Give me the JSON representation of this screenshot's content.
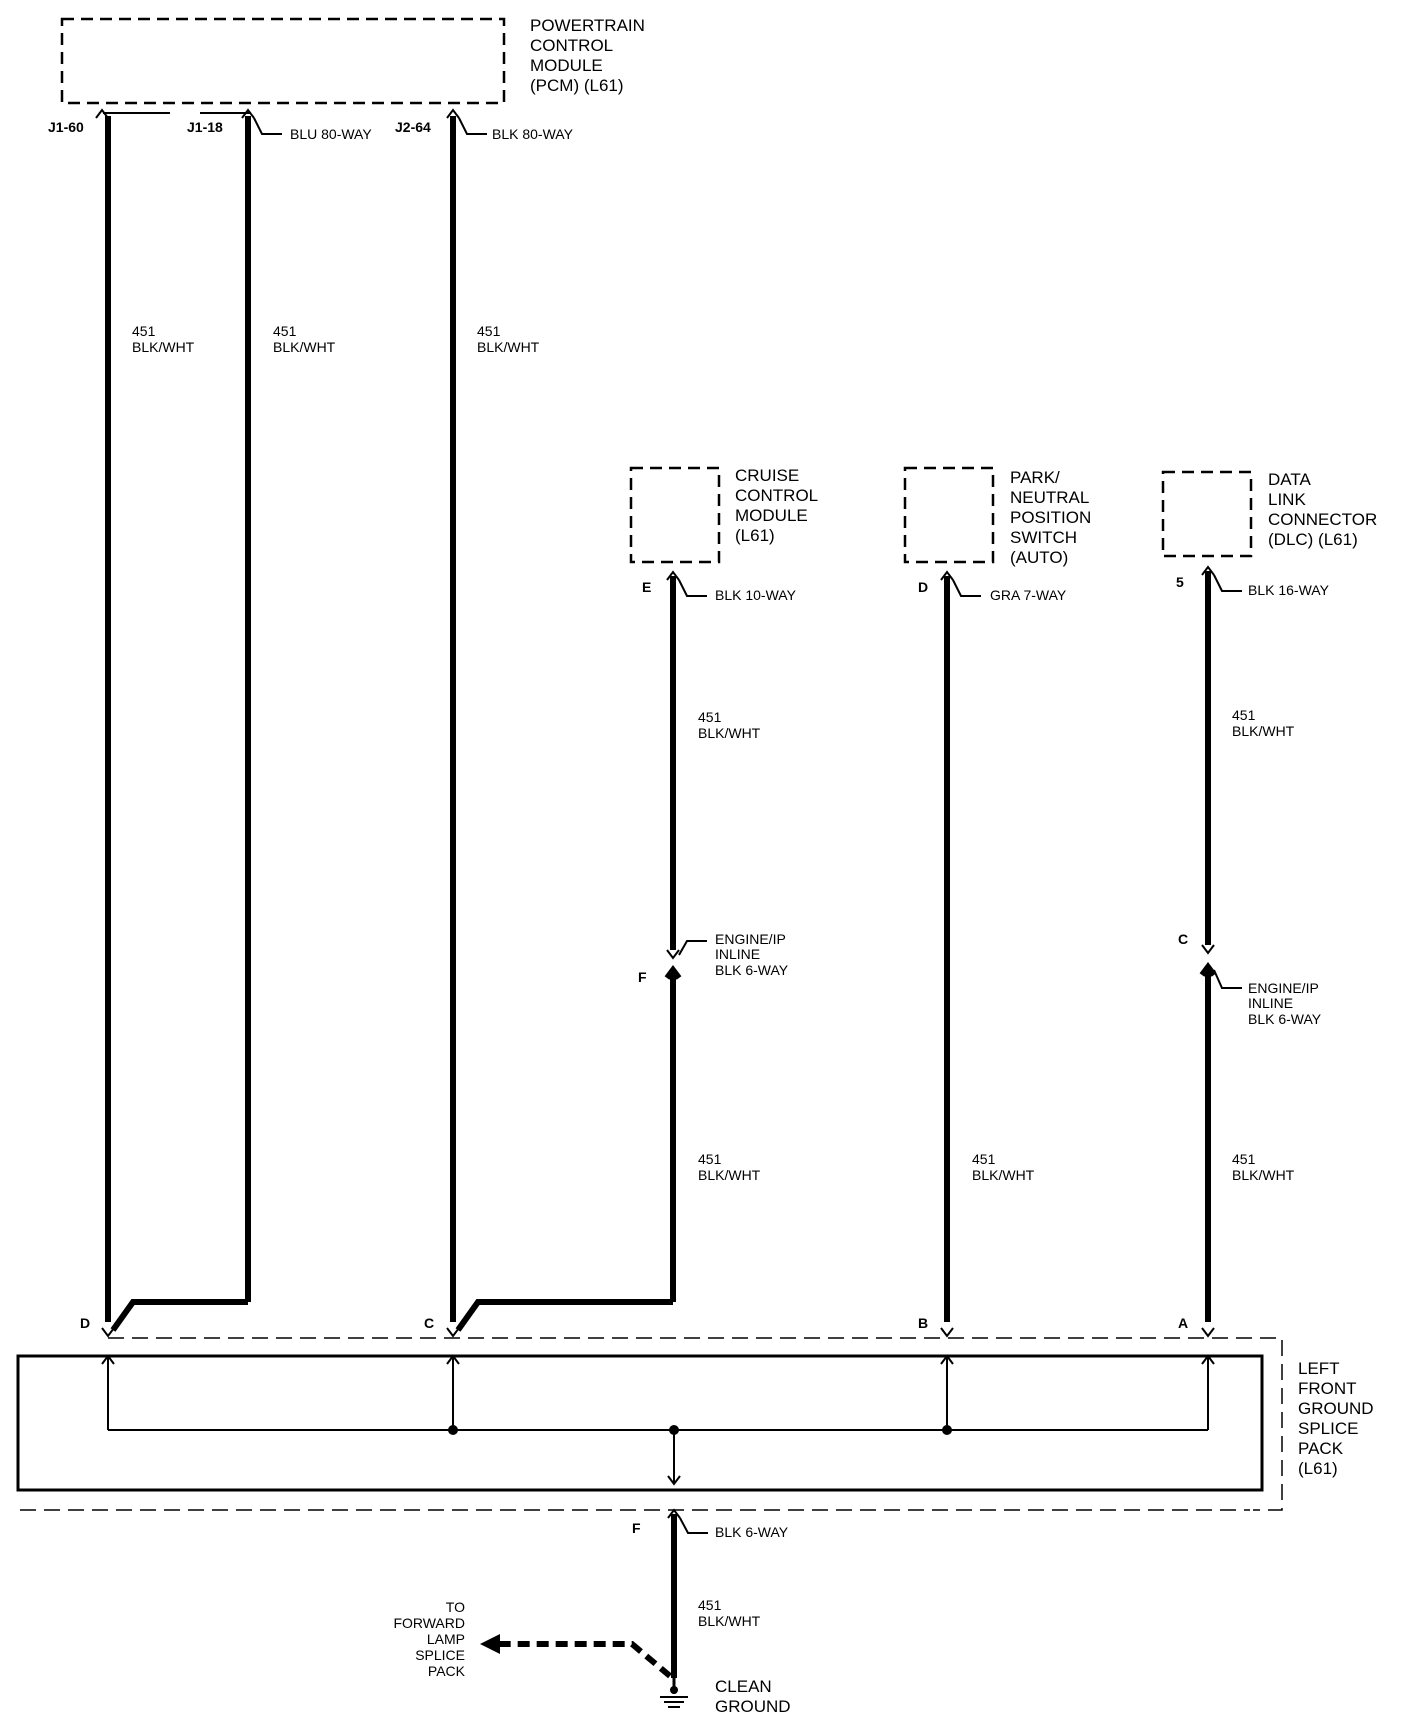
{
  "pcm": {
    "name_lines": [
      "POWERTRAIN",
      "CONTROL",
      "MODULE",
      "(PCM)  (L61)"
    ],
    "pins": {
      "p1": "J1-60",
      "p2": "J1-18",
      "p3": "J2-64"
    },
    "connector_blu": "BLU 80-WAY",
    "connector_blk": "BLK 80-WAY"
  },
  "wire": {
    "circuit": "451",
    "color": "BLK/WHT"
  },
  "cruise": {
    "name_lines": [
      "CRUISE",
      "CONTROL",
      "MODULE",
      "(L61)"
    ],
    "pin": "E",
    "connector": "BLK 10-WAY"
  },
  "park": {
    "name_lines": [
      "PARK/",
      "NEUTRAL",
      "POSITION",
      "SWITCH",
      "(AUTO)"
    ],
    "pin": "D",
    "connector": "GRA 7-WAY"
  },
  "dlc": {
    "name_lines": [
      "DATA",
      "LINK",
      "CONNECTOR",
      "(DLC)  (L61)"
    ],
    "pin": "5",
    "connector": "BLK 16-WAY"
  },
  "inline_left": {
    "pin_top": "F",
    "lines": [
      "ENGINE/IP",
      "INLINE",
      "BLK 6-WAY"
    ]
  },
  "inline_right": {
    "pin_top": "C",
    "lines": [
      "ENGINE/IP",
      "INLINE",
      "BLK 6-WAY"
    ]
  },
  "splice": {
    "name_lines": [
      "LEFT",
      "FRONT",
      "GROUND",
      "SPLICE",
      "PACK",
      "(L61)"
    ],
    "pins": {
      "d": "D",
      "c": "C",
      "b": "B",
      "a": "A"
    },
    "bottom_pin": "F",
    "bottom_connector": "BLK 6-WAY"
  },
  "forward": {
    "lines": [
      "TO",
      "FORWARD",
      "LAMP",
      "SPLICE",
      "PACK"
    ]
  },
  "ground": {
    "lines": [
      "CLEAN",
      "GROUND"
    ]
  }
}
